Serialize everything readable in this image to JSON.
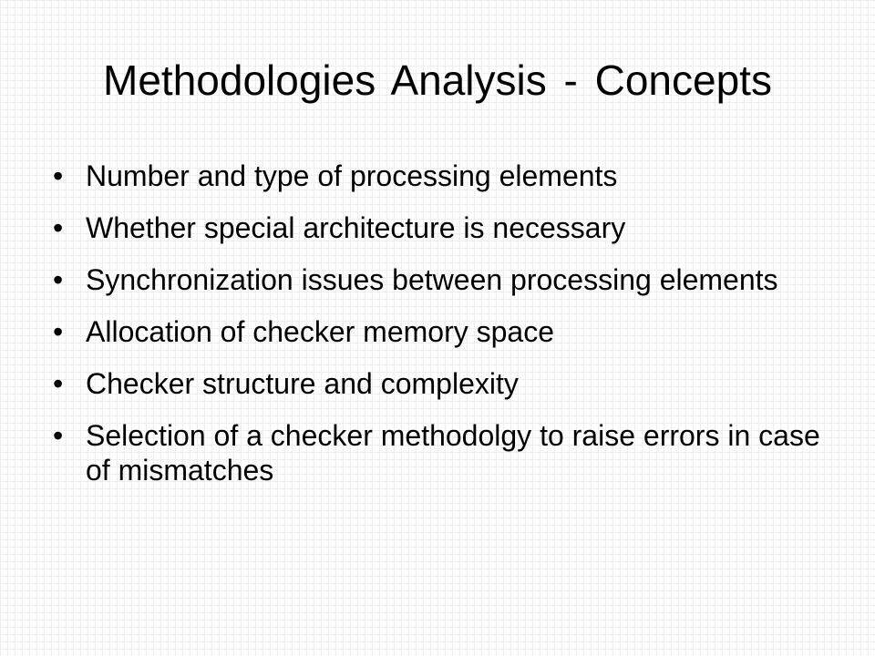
{
  "slide": {
    "title": "Methodologies Analysis - Concepts",
    "bullet_glyph": "•",
    "bullets": [
      "Number and type of processing elements",
      "Whether special architecture is necessary",
      "Synchronization issues between processing elements",
      "Allocation of checker memory space",
      "Checker structure and complexity",
      "Selection of a checker methodolgy to raise errors in case of mismatches"
    ]
  },
  "colors": {
    "text": "#000000",
    "background": "#ffffff",
    "grid": "#eeeeee"
  }
}
